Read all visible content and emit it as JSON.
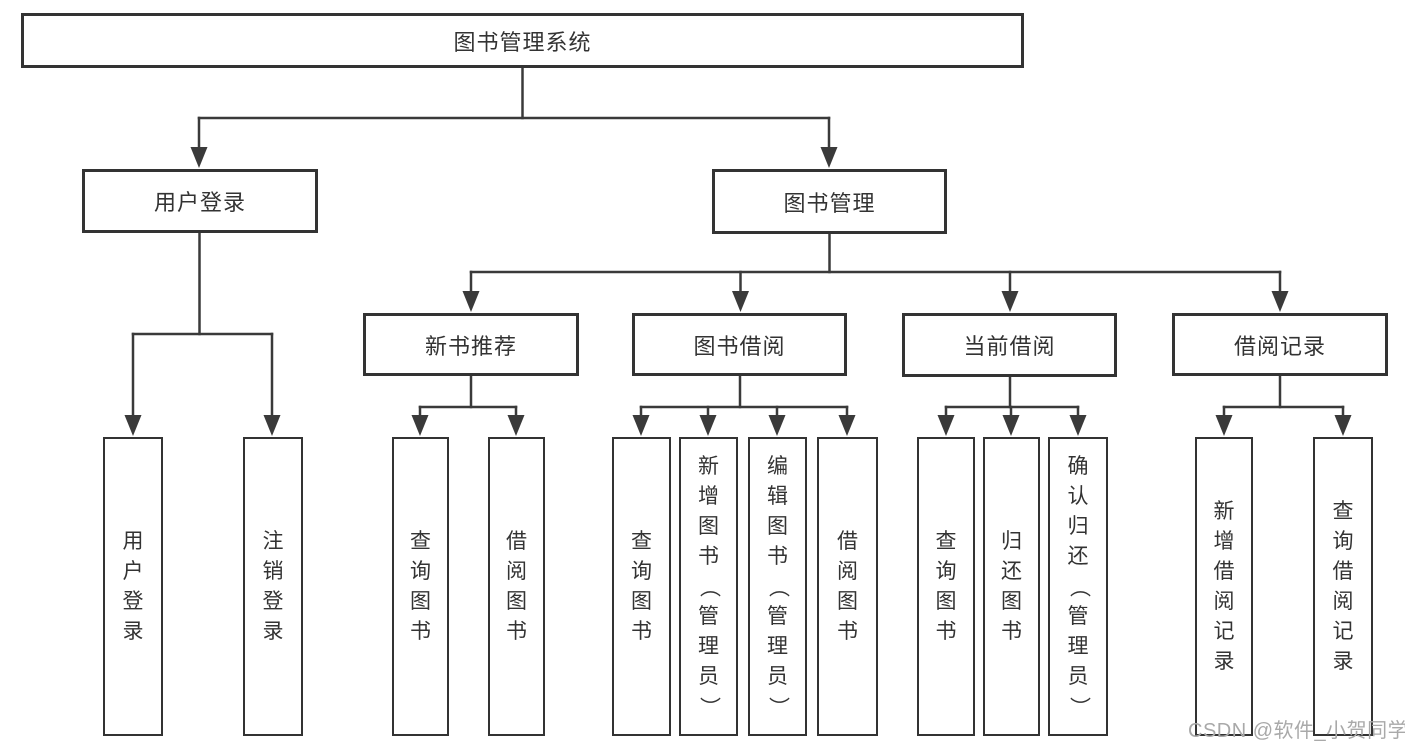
{
  "diagram": {
    "title": "图书管理系统",
    "nodes": {
      "root": {
        "label": "图书管理系统"
      },
      "login": {
        "label": "用户登录"
      },
      "mgmt": {
        "label": "图书管理"
      },
      "newbook": {
        "label": "新书推荐"
      },
      "borrow": {
        "label": "图书借阅"
      },
      "current": {
        "label": "当前借阅"
      },
      "records": {
        "label": "借阅记录"
      },
      "user_login": {
        "label": "用户登录"
      },
      "logout": {
        "label": "注销登录"
      },
      "nb_query": {
        "label": "查询图书"
      },
      "nb_borrow": {
        "label": "借阅图书"
      },
      "bw_query": {
        "label": "查询图书"
      },
      "bw_add": {
        "label": "新增图书（管理员）"
      },
      "bw_edit": {
        "label": "编辑图书（管理员）"
      },
      "bw_borrow": {
        "label": "借阅图书"
      },
      "cur_query": {
        "label": "查询图书"
      },
      "cur_return": {
        "label": "归还图书"
      },
      "cur_confirm": {
        "label": "确认归还（管理员）"
      },
      "rec_add": {
        "label": "新增借阅记录"
      },
      "rec_query": {
        "label": "查询借阅记录"
      }
    },
    "hierarchy": [
      {
        "parent": "root",
        "children": [
          "login",
          "mgmt"
        ]
      },
      {
        "parent": "login",
        "children": [
          "user_login",
          "logout"
        ]
      },
      {
        "parent": "mgmt",
        "children": [
          "newbook",
          "borrow",
          "current",
          "records"
        ]
      },
      {
        "parent": "newbook",
        "children": [
          "nb_query",
          "nb_borrow"
        ]
      },
      {
        "parent": "borrow",
        "children": [
          "bw_query",
          "bw_add",
          "bw_edit",
          "bw_borrow"
        ]
      },
      {
        "parent": "current",
        "children": [
          "cur_query",
          "cur_return",
          "cur_confirm"
        ]
      },
      {
        "parent": "records",
        "children": [
          "rec_add",
          "rec_query"
        ]
      }
    ],
    "colors": {
      "line": "#3a3a3a",
      "border": "#333333",
      "text": "#333333",
      "background": "#ffffff",
      "watermark": "#a9a9a9"
    }
  },
  "watermark": {
    "text": "CSDN @软件_小贺同学"
  }
}
